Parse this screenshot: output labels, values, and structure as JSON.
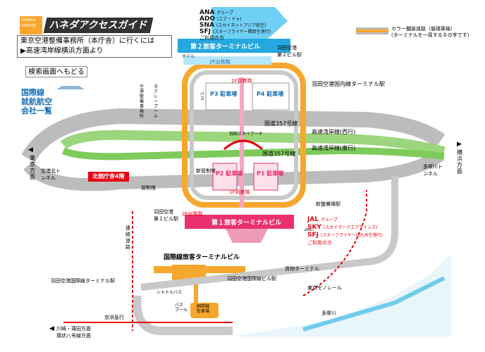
{
  "header": {
    "badge": "HANEDA AIRPORT",
    "title": "ハネダアクセスガイド",
    "route_title": "東京空港整備事務所（本庁舎）に行くには",
    "route_sub": "▶高速湾岸線横浜方面より",
    "back_button": "検索画面へもどる",
    "airline_list": [
      "国際線",
      "就航航空会社一覧"
    ]
  },
  "legend": {
    "line1": "カラー舗装道路（循環車線）",
    "line2": "(ターミナルを一周する８の字です)",
    "colors": {
      "orange": "#f7a72d",
      "gray": "#b9b9b9"
    }
  },
  "terminal2": {
    "airlines": [
      {
        "code": "ANA",
        "name": "グループ"
      },
      {
        "code": "ADO",
        "name": "(エア・ドゥ)"
      },
      {
        "code": "SNA",
        "name": "(スカイネットアジア航空)"
      },
      {
        "code": "SFJ",
        "name": "(スターフライヤー関西空港行)"
      }
    ],
    "note": "ご利用の方",
    "hotel": "ホテル",
    "name": "第２旅客ターミナルビル",
    "station": "羽田空港\n第２ビル駅",
    "departure": "2F出発階",
    "arrival": "1F到着階",
    "p3": "P3 駐車場",
    "p4": "P4 駐車場",
    "color": "#25a8e0"
  },
  "terminal1": {
    "airlines": [
      {
        "code": "JAL",
        "name": "グループ"
      },
      {
        "code": "SKY",
        "name": "(スカイマークエアラインズ)"
      },
      {
        "code": "SFJ",
        "name": "(スターフライヤー北九州空港行)"
      }
    ],
    "note": "ご利用の方",
    "name": "第１旅客ターミナルビル",
    "station": "羽田空港\n第１ビル駅",
    "departure": "2F出発階",
    "arrival": "1F到着階",
    "p1": "P1 駐車場",
    "p2": "P2 駐車場",
    "color": "#e9306f"
  },
  "labels": {
    "domestic_station": "羽田空港国内線ターミナル駅",
    "skyarch": "羽田スカイアーチ",
    "route357a": "国道357号線",
    "route357b": "国道357号線",
    "wangan_west": "高速湾岸線(西行)",
    "wangan_east": "高速湾岸線(東行)",
    "office": "北側庁舎4階",
    "control_tower": "管制塔",
    "new_tower": "新管制塔",
    "misc_road": "空港整備事務所",
    "taxi": "タクシープール",
    "bus": "バス",
    "tunnel_left": "空港北トンネル",
    "tunnel_right": "多摩川トンネル",
    "tokyo": "東京方面",
    "yokohama": "横浜方面",
    "maintenance_station": "新整備場駅",
    "connecting": "連絡道路",
    "intl_terminal": "国際線旅客ターミナルビル",
    "intl_terminal_station": "羽田空港国際線ターミナル駅",
    "intl_building_station": "羽田空港国際線ビル駅",
    "cargo": "貨物ターミナル",
    "monorail": "東京モノレール",
    "keikyu": "京浜急行",
    "kawasaki": "川崎・蒲田方面",
    "kan8": "環状八号線方面",
    "tamagawa": "多摩川",
    "intl_parking": "国際線\n駐車場",
    "shuttle": "シャトルバス",
    "bus2": "バス\nプール"
  }
}
